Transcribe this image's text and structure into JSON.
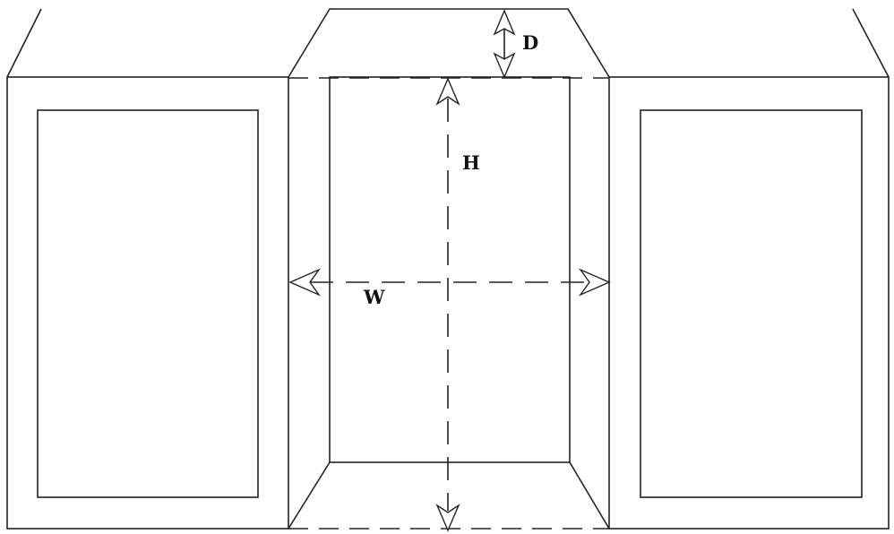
{
  "labels": {
    "depth": "D",
    "height": "H",
    "width": "W"
  },
  "colors": {
    "line": "#222222",
    "background": "#ffffff"
  }
}
